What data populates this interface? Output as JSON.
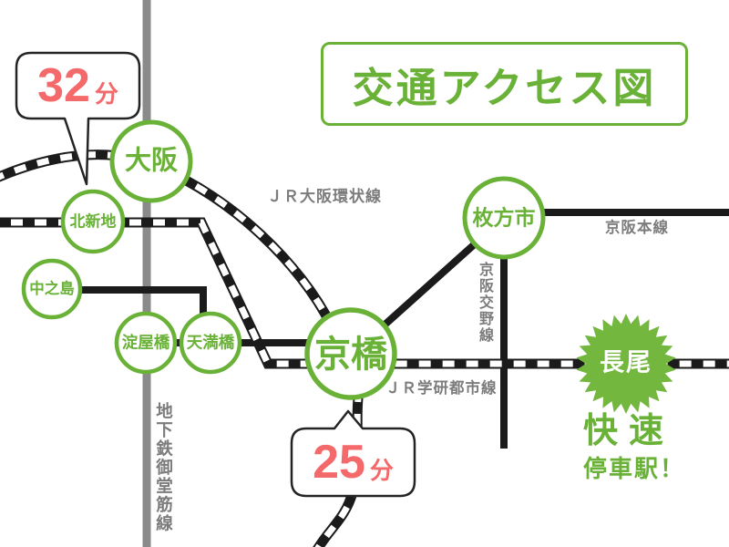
{
  "title": "交通アクセス図",
  "stations": {
    "osaka": {
      "label": "大阪"
    },
    "kitashinchi": {
      "label": "北新地"
    },
    "nakanoshima": {
      "label": "中之島"
    },
    "yodoyabashi": {
      "label": "淀屋橋"
    },
    "temmabashi": {
      "label": "天満橋"
    },
    "kyobashi": {
      "label": "京橋"
    },
    "hirakatashi": {
      "label": "枚方市"
    },
    "nagao": {
      "label": "長尾"
    }
  },
  "lines": {
    "jr_osaka_loop": {
      "label": "ＪＲ大阪環状線"
    },
    "jr_gakkentoshi": {
      "label": "ＪＲ学研都市線"
    },
    "keihan_main": {
      "label": "京阪本線"
    },
    "keihan_katano": {
      "label": "京阪交野線"
    },
    "midosuji": {
      "label": "地下鉄御堂筋線"
    }
  },
  "time_bubbles": {
    "osaka": {
      "value": "32",
      "unit": "分"
    },
    "kyobashi": {
      "value": "25",
      "unit": "分"
    }
  },
  "rapid_badge": {
    "line1": "快速",
    "line2": "停車駅！"
  },
  "colors": {
    "green": "#6ab138",
    "star_green": "#74b73e",
    "red": "#f4696a",
    "gray_line": "#8a8a8a",
    "gray_text": "#7c7c7c",
    "black": "#1b1b1b"
  }
}
